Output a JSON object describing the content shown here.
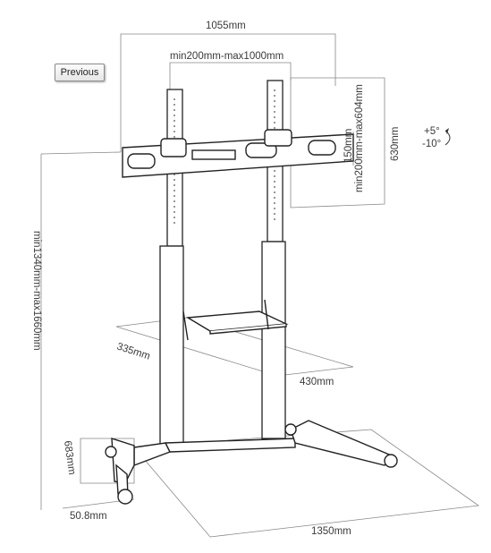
{
  "nav": {
    "previous_label": "Previous"
  },
  "dimensions": {
    "overall_width": "1055mm",
    "vesa_horizontal": "min200mm-max1000mm",
    "vesa_vertical": "min200mm-max604mm",
    "bracket_height": "630mm",
    "arm_offset": "150mm",
    "tilt_up": "+5°",
    "tilt_down": "-10°",
    "height_range": "min1340mm-max1660mm",
    "shelf_depth": "335mm",
    "shelf_width": "430mm",
    "leg_depth": "683mm",
    "caster_offset": "50.8mm",
    "base_width": "1350mm"
  }
}
